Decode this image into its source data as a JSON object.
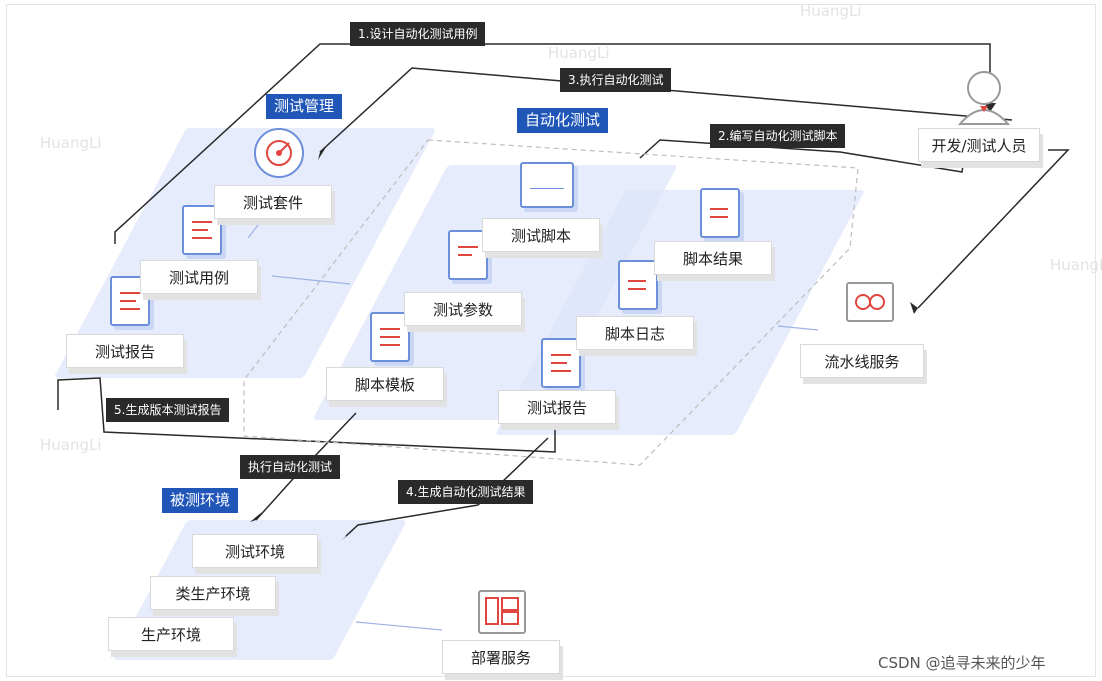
{
  "sections": {
    "test_management": "测试管理",
    "automation": "自动化测试",
    "environment": "被测环境"
  },
  "modules": {
    "test_suite": "测试套件",
    "test_case": "测试用例",
    "test_report_left": "测试报告",
    "test_script": "测试脚本",
    "test_params": "测试参数",
    "script_template": "脚本模板",
    "script_result": "脚本结果",
    "script_log": "脚本日志",
    "test_report_center": "测试报告",
    "developer": "开发/测试人员",
    "pipeline": "流水线服务",
    "deploy": "部署服务",
    "env_test": "测试环境",
    "env_preprod": "类生产环境",
    "env_prod": "生产环境"
  },
  "steps": {
    "s1": "1.设计自动化测试用例",
    "s2": "2.编写自动化测试脚本",
    "s3": "3.执行自动化测试",
    "s4": "4.生成自动化测试结果",
    "s5": "5.生成版本测试报告",
    "exec": "执行自动化测试"
  },
  "watermark": "HuangLi",
  "credit": "CSDN @追寻未来的少年",
  "colors": {
    "accent": "#1f56b8",
    "zone": "#dfe6fb",
    "line": "#2a2a2a",
    "icon_red": "#e0463f"
  }
}
